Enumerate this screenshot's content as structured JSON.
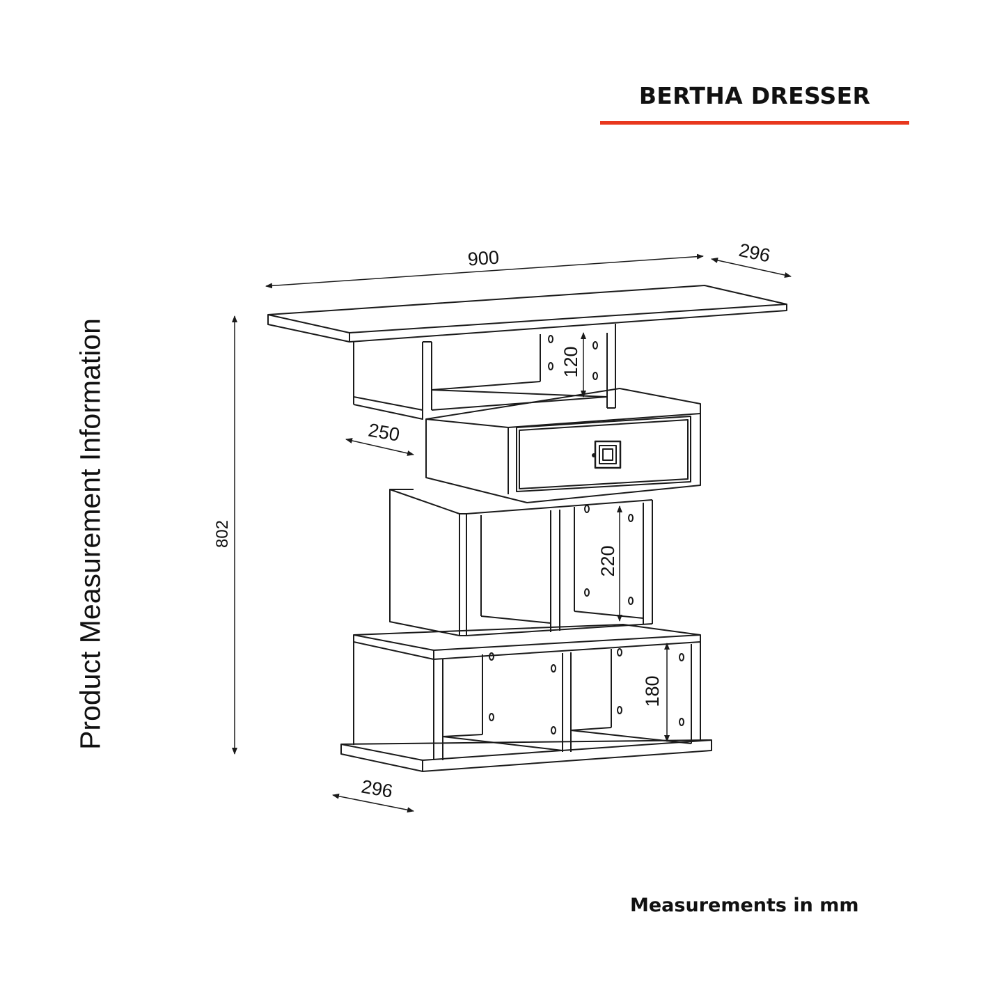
{
  "title": "BERTHA DRESSER",
  "side_label": "Product Measurement Information",
  "footer": "Measurements in mm",
  "accent_color": "#e8371d",
  "line_color": "#1a1a1a",
  "dimensions": {
    "width": "900",
    "depth_top": "296",
    "height": "802",
    "offset": "250",
    "shelf_top": "120",
    "shelf_middle": "220",
    "shelf_bottom": "180",
    "depth_bottom": "296"
  }
}
